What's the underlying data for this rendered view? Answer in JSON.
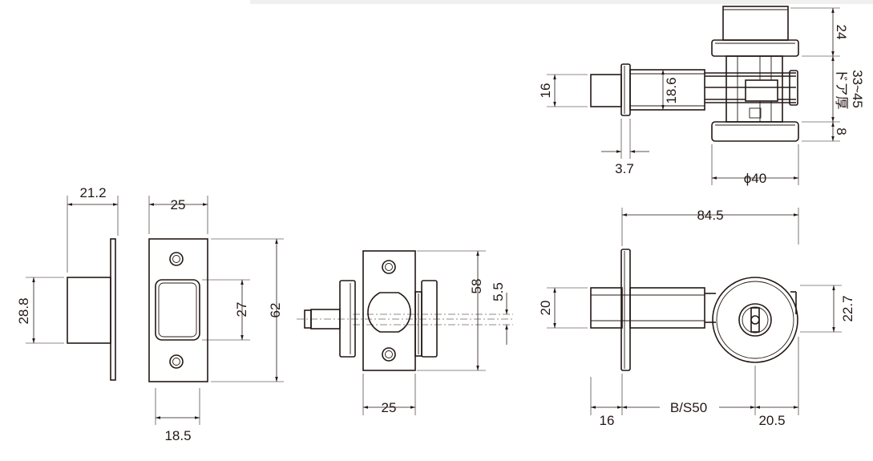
{
  "labels": {
    "side_width": "21.2",
    "side_height": "28.8",
    "plate_width": "25",
    "plate_hole": "27",
    "plate_height": "62",
    "plate_bottom": "18.5",
    "body_height": "58",
    "body_offset": "5.5",
    "body_width": "25",
    "top_bolt": "16",
    "top_dia": "18.6",
    "top_plate": "3.7",
    "top_knob": "24",
    "door_label": "ドア厚",
    "door_range": "33~45",
    "top_rose": "8",
    "top_phi": "ϕ40",
    "front_total": "84.5",
    "front_bolt": "20",
    "front_rose": "22.7",
    "front_left": "16",
    "front_backset": "B/S50",
    "front_right": "20.5"
  },
  "colors": {
    "line": "#231815",
    "background": "#ffffff",
    "band": "#f0f0f0"
  }
}
